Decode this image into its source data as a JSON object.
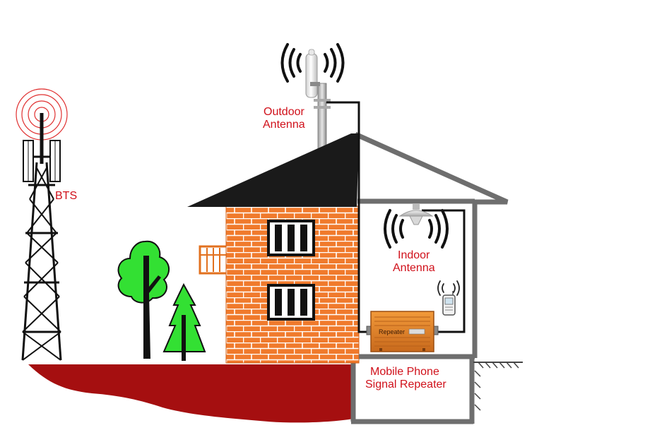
{
  "labels": {
    "bts": "BTS",
    "outdoor_antenna_line1": "Outdoor",
    "outdoor_antenna_line2": "Antenna",
    "indoor_antenna_line1": "Indoor",
    "indoor_antenna_line2": "Antenna",
    "repeater_line1": "Mobile Phone",
    "repeater_line2": "Signal Repeater",
    "repeater_device_text": "Repeater"
  },
  "colors": {
    "label_text": "#d0101a",
    "ground": "#a50f10",
    "roof_main": "#1a1a1a",
    "house_outline": "#6e6e6e",
    "brick": "#f07a2c",
    "brick_mortar": "#ffffff",
    "repeater_body": "#e8892a",
    "tree_fill": "#33e033",
    "signal_ring": "#e03030",
    "cable": "#111111"
  },
  "icons": [
    "bts-tower-icon",
    "outdoor-antenna-icon",
    "indoor-ceiling-antenna-icon",
    "repeater-device-icon",
    "mobile-phone-icon",
    "tree-icon",
    "pine-tree-icon",
    "balcony-icon",
    "window-icon",
    "signal-waves-icon"
  ]
}
